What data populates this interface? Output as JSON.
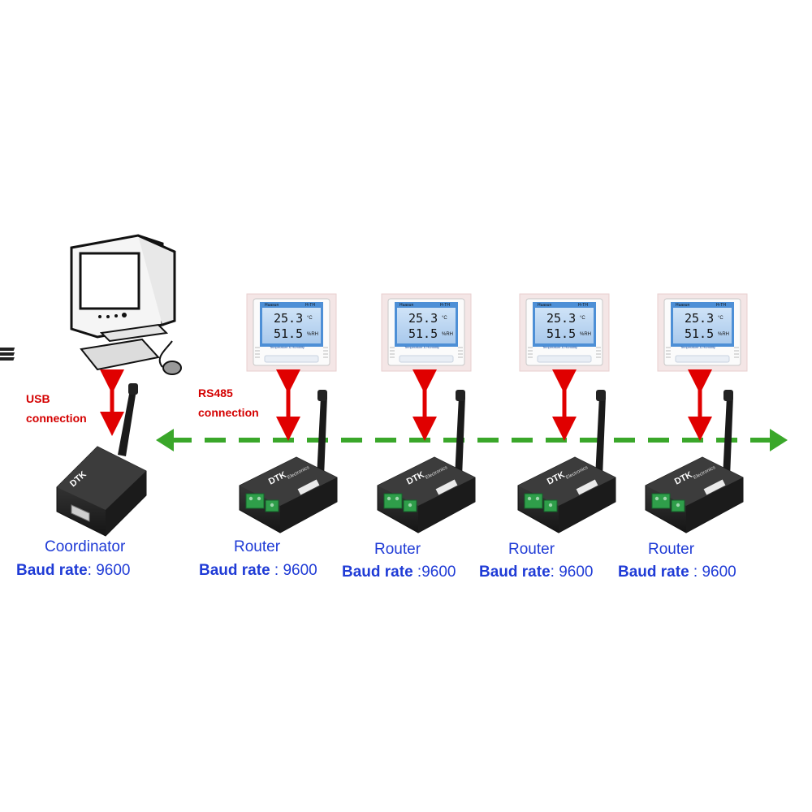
{
  "labels": {
    "usb_line1": "USB",
    "usb_line2": "connection",
    "rs485_line1": "RS485",
    "rs485_line2": "connection"
  },
  "sensor_display": {
    "brand": "Huasun",
    "model": "H-TH",
    "temperature": "25.3",
    "temp_unit": "°C",
    "humidity": "51.5",
    "hum_unit": "%RH",
    "subline": "Temperature & Humidity"
  },
  "device_brand": "DTK",
  "device_brand_sub": "Electronics",
  "nodes": [
    {
      "role": "Coordinator",
      "baud_label": "Baud rate",
      "sep": ":",
      "baud_value": "9600"
    },
    {
      "role": "Router",
      "baud_label": "Baud rate",
      "sep": " :",
      "baud_value": "9600"
    },
    {
      "role": "Router",
      "baud_label": "Baud rate",
      "sep": " :",
      "baud_value": "9600"
    },
    {
      "role": "Router",
      "baud_label": "Baud rate",
      "sep": ":",
      "baud_value": "9600"
    },
    {
      "role": "Router",
      "baud_label": "Baud rate",
      "sep": " :",
      "baud_value": "9600"
    }
  ],
  "colors": {
    "link_arrow": "#e00000",
    "wireless_line": "#3aa72a",
    "label_blue": "#1f3bd6",
    "label_red": "#d40000",
    "device_body": "#2b2b2b",
    "lcd": "#4d8fd6"
  }
}
